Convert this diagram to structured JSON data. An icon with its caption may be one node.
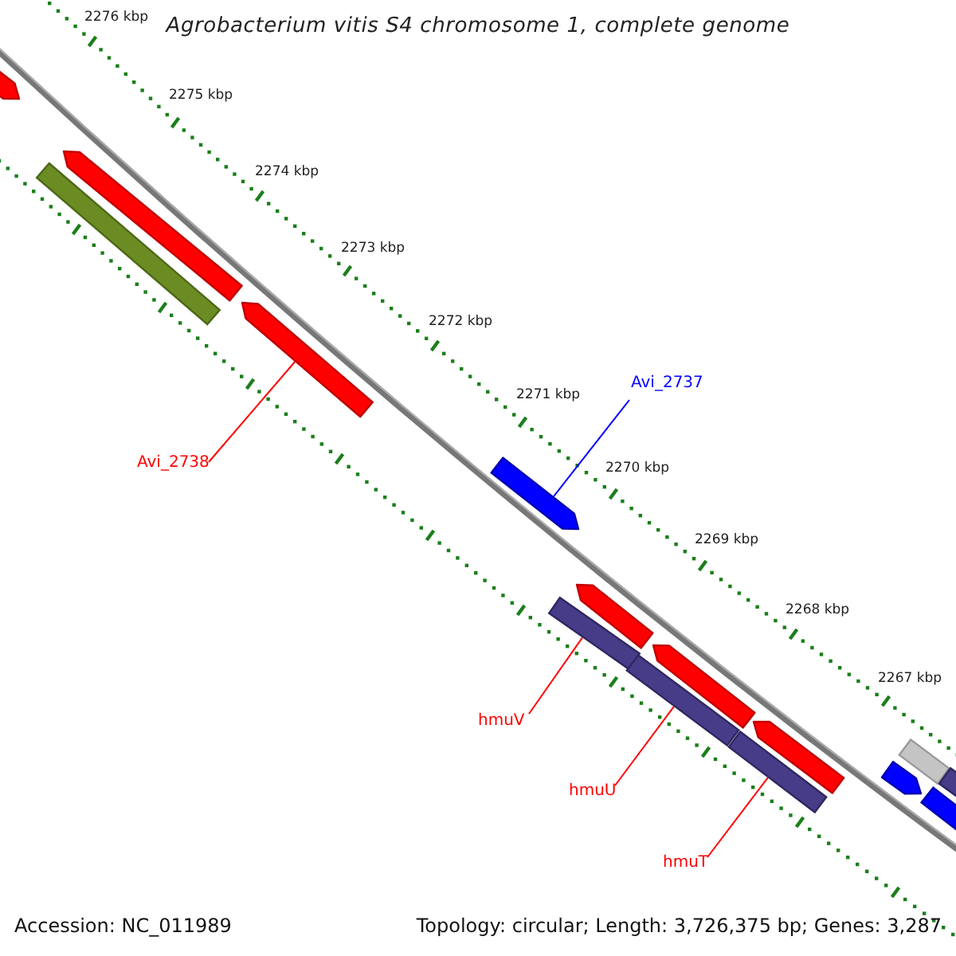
{
  "diagram": {
    "title": "Agrobacterium vitis S4 chromosome 1, complete genome",
    "nodes": [
      {
        "text": [],
        "shape": "arrow"
      },
      {
        "text": [],
        "shape": "arrow"
      },
      {
        "text": [],
        "shape": "bar"
      },
      {
        "text": [],
        "shape": "arrow"
      },
      {
        "text": [
          "Avi_2738"
        ]
      },
      {
        "text": [
          "Avi_2737"
        ]
      },
      {
        "text": [],
        "shape": "arrow"
      },
      {
        "text": [],
        "shape": "arrow"
      },
      {
        "text": [],
        "shape": "bar"
      },
      {
        "text": [],
        "shape": "arrow"
      },
      {
        "text": [],
        "shape": "bar"
      },
      {
        "text": [],
        "shape": "arrow"
      },
      {
        "text": [],
        "shape": "bar"
      },
      {
        "text": [
          "hmuV"
        ]
      },
      {
        "text": [
          "hmuU"
        ]
      },
      {
        "text": [
          "hmuT"
        ]
      },
      {
        "text": [],
        "shape": "bar"
      },
      {
        "text": [],
        "shape": "bar"
      },
      {
        "text": [],
        "shape": "arrow"
      },
      {
        "text": [],
        "shape": "bar"
      }
    ],
    "edges": [
      {
        "from": 4,
        "to": 3,
        "arrow": "none"
      },
      {
        "from": 5,
        "to": 6,
        "arrow": "none",
        "color": "#0000ff"
      },
      {
        "from": 13,
        "to": 8,
        "arrow": "none"
      },
      {
        "from": 14,
        "to": 10,
        "arrow": "none"
      },
      {
        "from": 15,
        "to": 12,
        "arrow": "none"
      }
    ],
    "labels": [
      "2276 kbp",
      "2275 kbp",
      "2274 kbp",
      "2273 kbp",
      "2272 kbp",
      "2271 kbp",
      "2270 kbp",
      "2269 kbp",
      "2268 kbp",
      "2267 kbp",
      "Accession: NC_011989",
      "Topology: circular; Length: 3,726,375 bp; Genes: 3,287"
    ]
  }
}
